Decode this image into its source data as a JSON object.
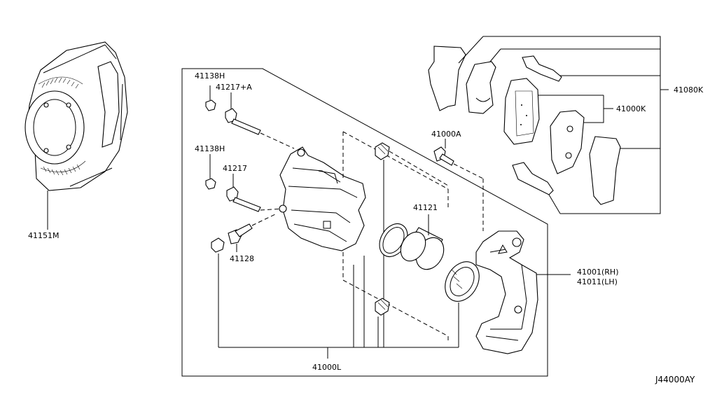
{
  "parts": {
    "p41151M": "41151M",
    "p41138H_a": "41138H",
    "p41217A": "41217+A",
    "p41138H_b": "41138H",
    "p41217": "41217",
    "p41128": "41128",
    "p41000A": "41000A",
    "p41121": "41121",
    "p41000L": "41000L",
    "p41001": "41001(RH)",
    "p41011": "41011(LH)",
    "p41000K": "41000K",
    "p41080K": "41080K"
  },
  "diagram_code": "J44000AY"
}
